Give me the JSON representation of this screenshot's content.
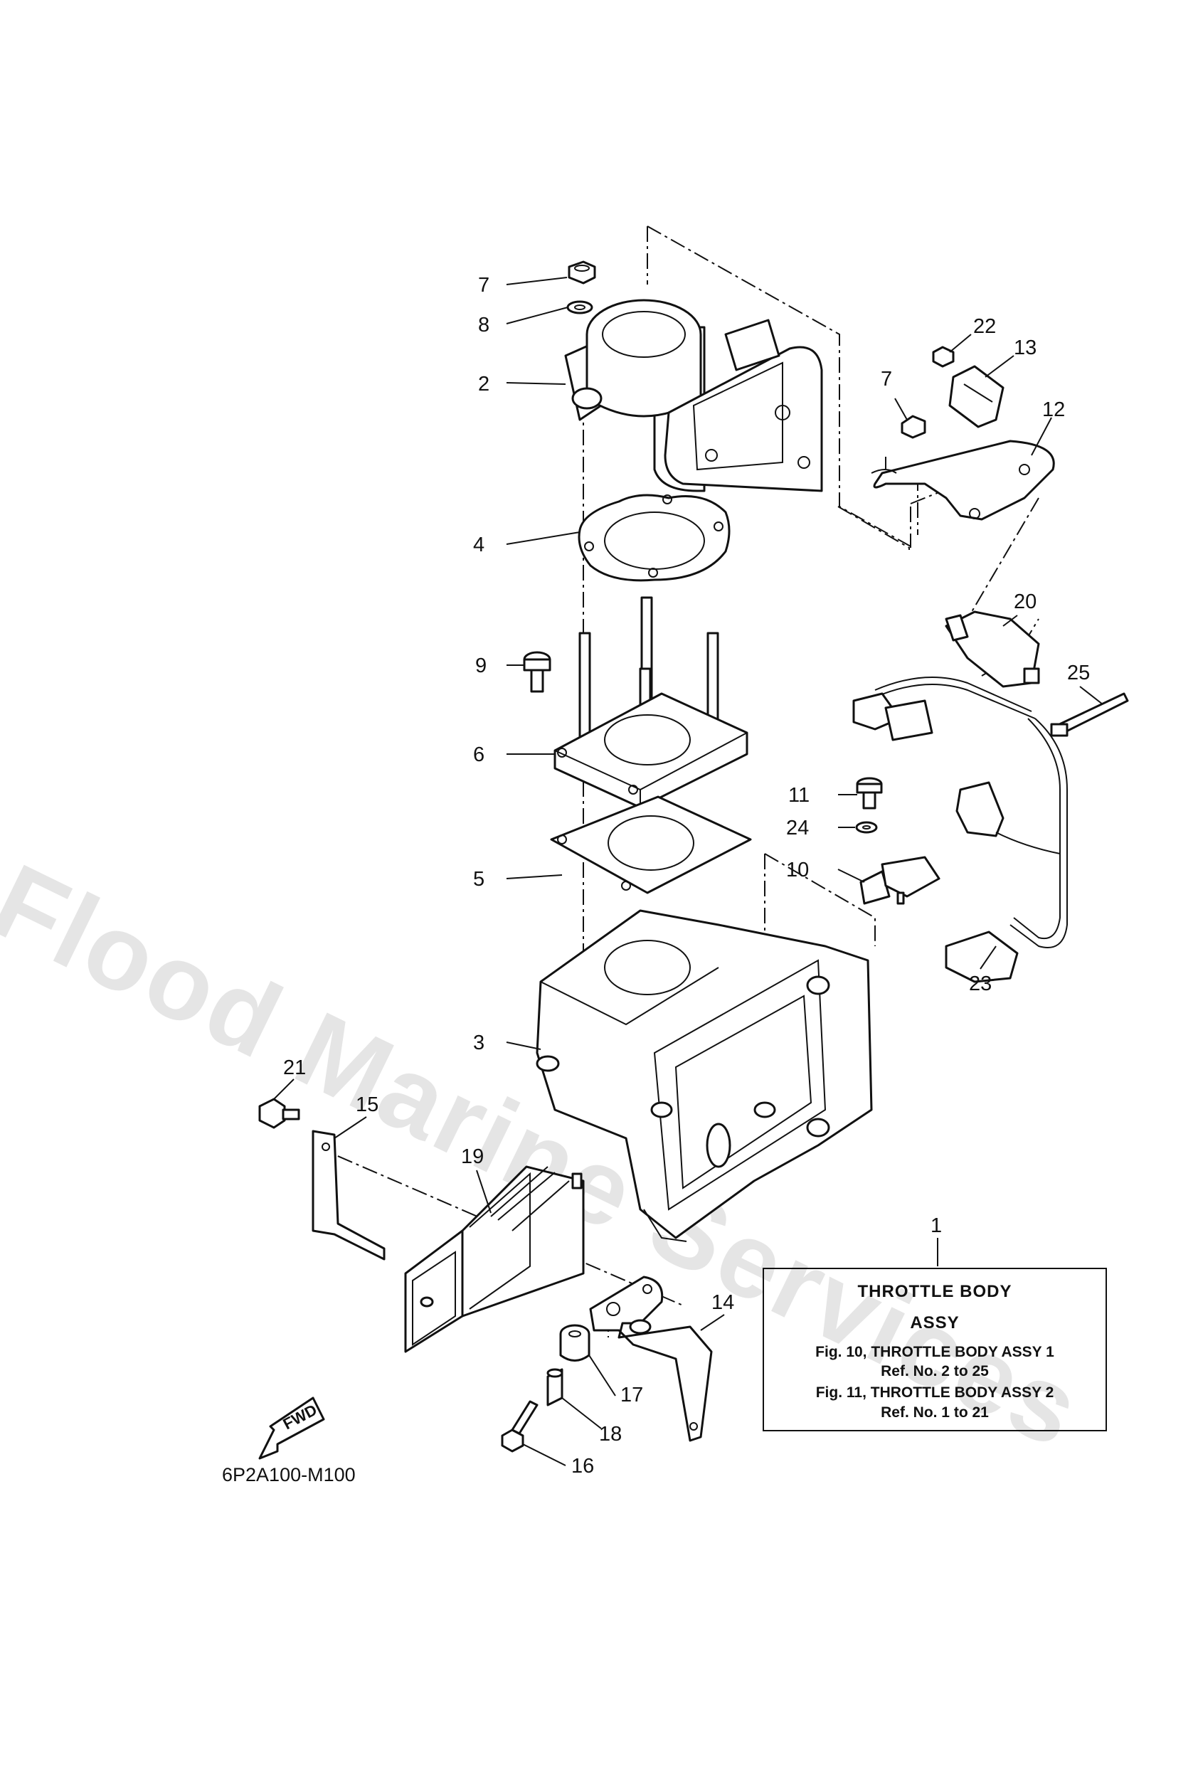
{
  "watermark": "Flood Marine Services",
  "info_box": {
    "title_line1": "THROTTLE BODY",
    "title_line2": "ASSY",
    "fig10_line": "Fig. 10, THROTTLE  BODY ASSY 1",
    "fig10_ref": "Ref. No. 2 to 25",
    "fig11_line": "Fig. 11, THROTTLE  BODY ASSY 2",
    "fig11_ref": "Ref. No. 1 to 21"
  },
  "fwd_label": "FWD",
  "diagram_id": "6P2A100-M100",
  "callouts": [
    "7",
    "8",
    "2",
    "4",
    "9",
    "6",
    "5",
    "3",
    "21",
    "15",
    "19",
    "22",
    "13",
    "7",
    "12",
    "20",
    "25",
    "11",
    "24",
    "10",
    "23",
    "1",
    "14",
    "17",
    "18",
    "16"
  ]
}
